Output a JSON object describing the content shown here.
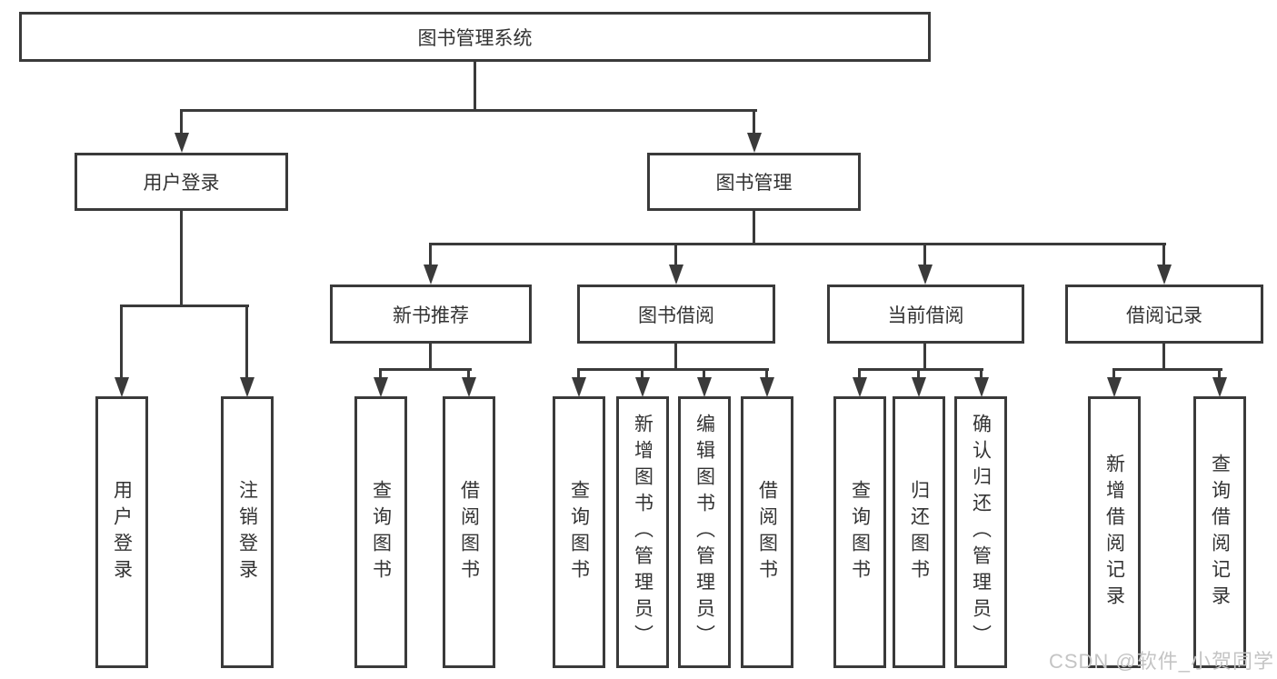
{
  "tree": {
    "label": "图书管理系统",
    "children": [
      {
        "label": "用户登录",
        "children": [
          {
            "label": "用户登录"
          },
          {
            "label": "注销登录"
          }
        ]
      },
      {
        "label": "图书管理",
        "children": [
          {
            "label": "新书推荐",
            "children": [
              {
                "label": "查询图书"
              },
              {
                "label": "借阅图书"
              }
            ]
          },
          {
            "label": "图书借阅",
            "children": [
              {
                "label": "查询图书"
              },
              {
                "label": "新增图书（管理员）"
              },
              {
                "label": "编辑图书（管理员）"
              },
              {
                "label": "借阅图书"
              }
            ]
          },
          {
            "label": "当前借阅",
            "children": [
              {
                "label": "查询图书"
              },
              {
                "label": "归还图书"
              },
              {
                "label": "确认归还（管理员）"
              }
            ]
          },
          {
            "label": "借阅记录",
            "children": [
              {
                "label": "新增借阅记录"
              },
              {
                "label": "查询借阅记录"
              }
            ]
          }
        ]
      }
    ]
  },
  "watermark": {
    "text": "CSDN @软件_小贺同学"
  },
  "colors": {
    "line": "#3a3a3a",
    "text": "#333333",
    "background": "#ffffff",
    "watermark": "#c4c4c4"
  }
}
